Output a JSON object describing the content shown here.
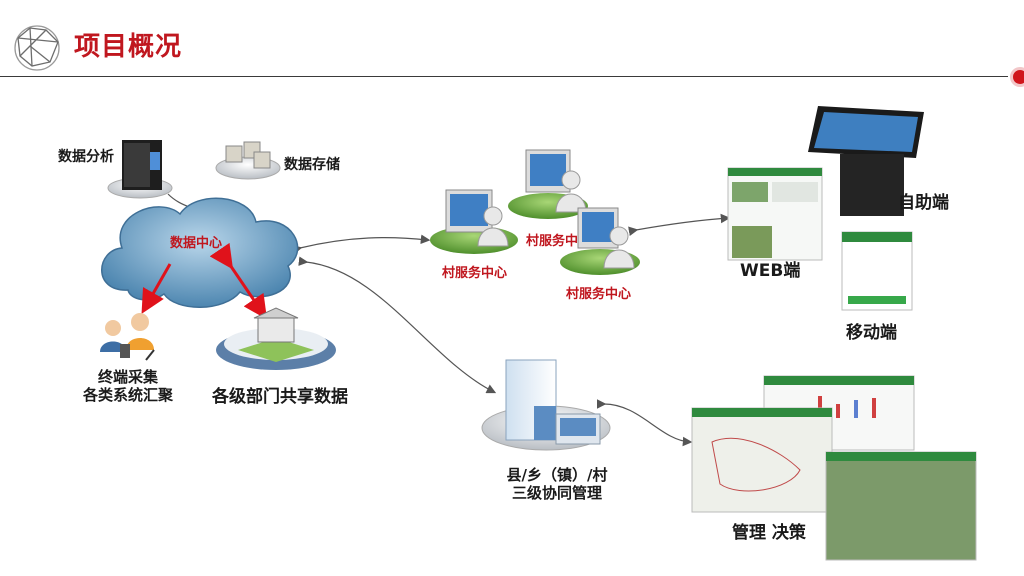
{
  "header": {
    "title": "项目概况",
    "logo_icon": "network-globe-icon",
    "accent": "#c0171f"
  },
  "diagram": {
    "data_center": "数据中心",
    "data_analysis": "数据分析",
    "data_storage": "数据存储",
    "terminal_line1": "终端采集",
    "terminal_line2": "各类系统汇聚",
    "dept_share": "各级部门共享数据",
    "village_center_a": "村服务中心",
    "village_center_b": "村服务中",
    "village_center_c": "村服务中心",
    "self_service": "自助端",
    "web": "WEB端",
    "mobile": "移动端",
    "county_line1": "县/乡（镇）/村",
    "county_line2": "三级协同管理",
    "decision": "管理 决策"
  }
}
